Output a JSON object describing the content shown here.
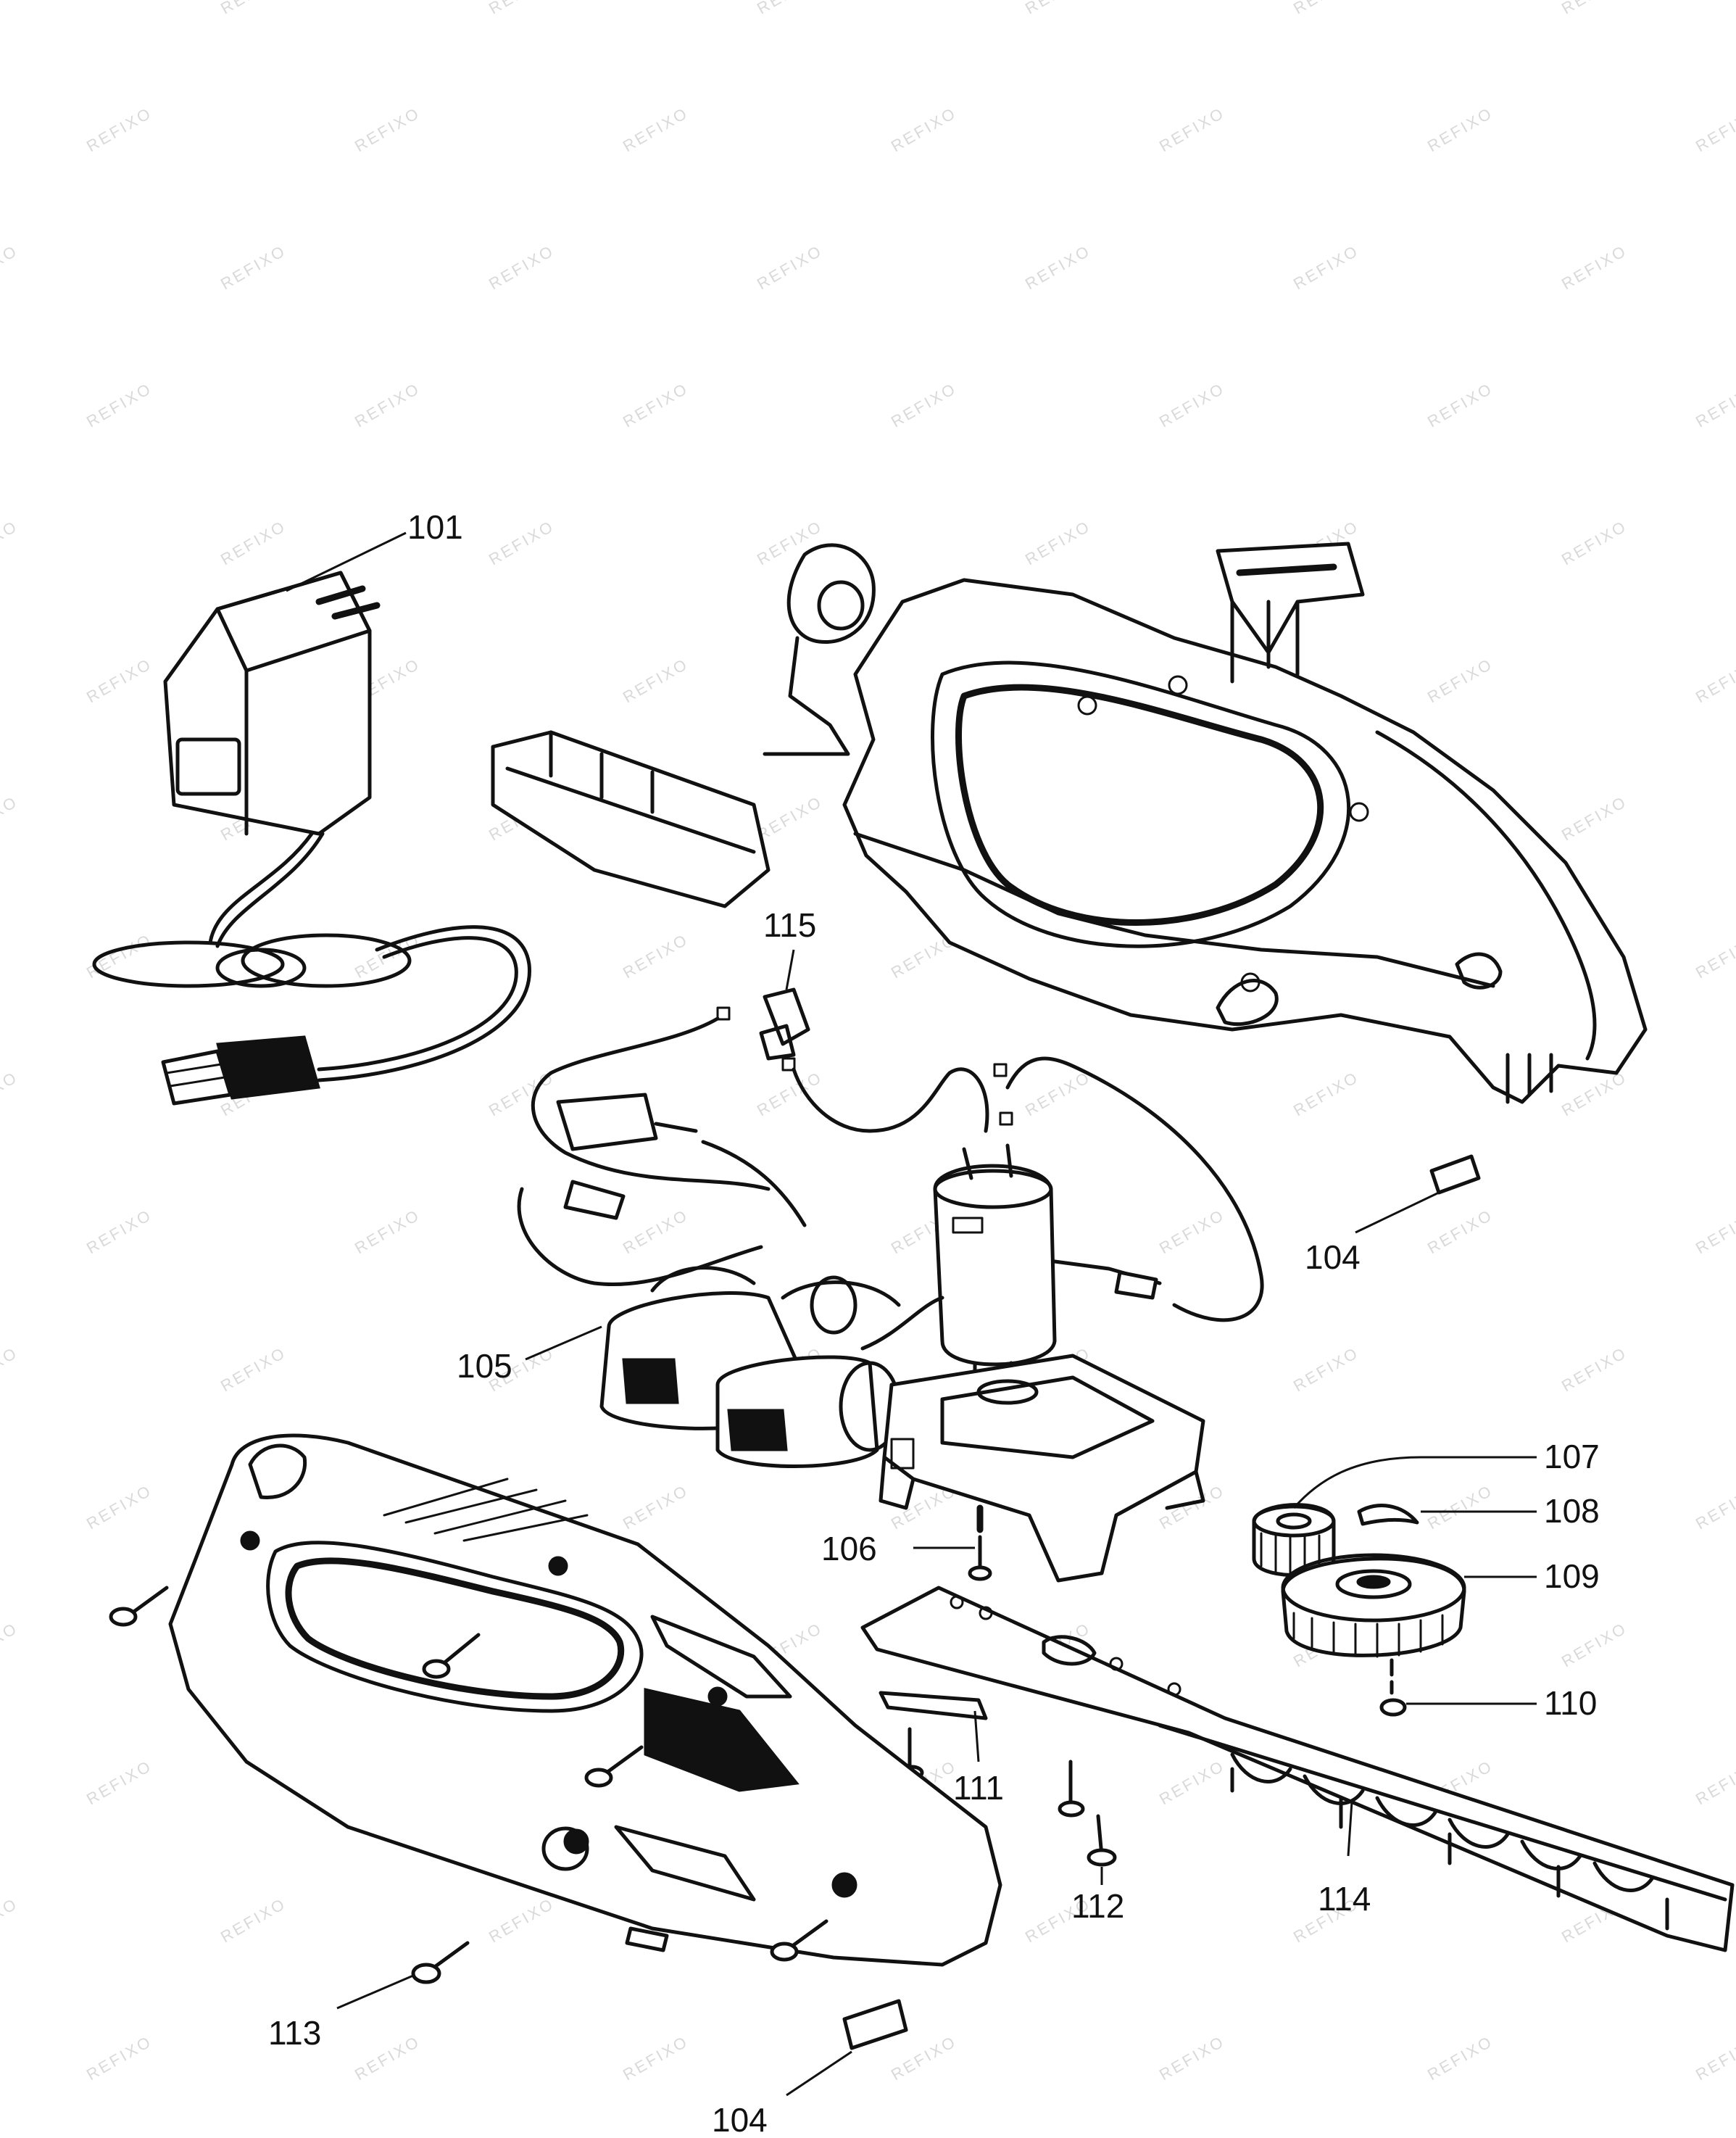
{
  "watermark": {
    "text": "REFIXO"
  },
  "callouts": [
    {
      "id": "101",
      "label": "101"
    },
    {
      "id": "115",
      "label": "115"
    },
    {
      "id": "104a",
      "label": "104"
    },
    {
      "id": "105",
      "label": "105"
    },
    {
      "id": "107",
      "label": "107"
    },
    {
      "id": "108",
      "label": "108"
    },
    {
      "id": "109",
      "label": "109"
    },
    {
      "id": "106",
      "label": "106"
    },
    {
      "id": "110",
      "label": "110"
    },
    {
      "id": "111",
      "label": "111"
    },
    {
      "id": "112",
      "label": "112"
    },
    {
      "id": "114",
      "label": "114"
    },
    {
      "id": "113",
      "label": "113"
    },
    {
      "id": "104b",
      "label": "104"
    }
  ]
}
